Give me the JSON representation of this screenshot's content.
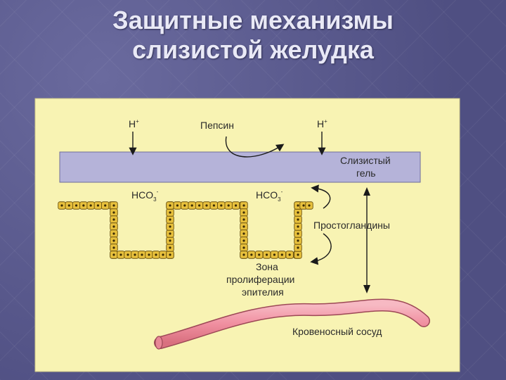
{
  "slide": {
    "title_line1": "Защитные механизмы",
    "title_line2": "слизистой желудка"
  },
  "diagram": {
    "h_plus_left": {
      "base": "H",
      "sup": "+"
    },
    "h_plus_right": {
      "base": "H",
      "sup": "+"
    },
    "pepsin": "Пепсин",
    "mucous_gel_line1": "Слизистый",
    "mucous_gel_line2": "гель",
    "hco3_left": {
      "base": "HCO",
      "sub": "3",
      "sup": "-"
    },
    "hco3_right": {
      "base": "HCO",
      "sub": "3",
      "sup": "-"
    },
    "prostaglandins": "Простогландины",
    "proliferation_line1": "Зона",
    "proliferation_line2": "пролиферации",
    "proliferation_line3": "эпителия",
    "blood_vessel": "Кровеносный сосуд"
  },
  "colors": {
    "panel": "#f8f3b3",
    "gel_layer": "#b5b3d9",
    "cell_fill": "#e8c13d",
    "cell_stroke": "#6b5310",
    "vessel": "#f2a0ae"
  }
}
